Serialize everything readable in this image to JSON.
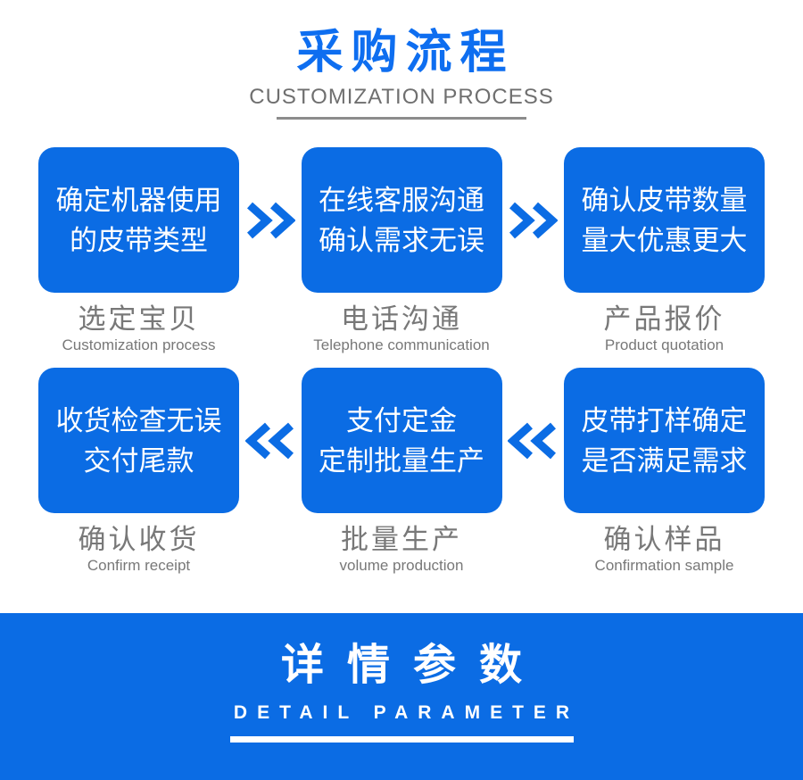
{
  "header": {
    "title": "采购流程",
    "subtitle": "CUSTOMIZATION PROCESS"
  },
  "flow": {
    "rows": [
      {
        "direction": "right",
        "steps": [
          {
            "box_line1": "确定机器使用",
            "box_line2": "的皮带类型",
            "label_zh": "选定宝贝",
            "label_en": "Customization process"
          },
          {
            "box_line1": "在线客服沟通",
            "box_line2": "确认需求无误",
            "label_zh": "电话沟通",
            "label_en": "Telephone communication"
          },
          {
            "box_line1": "确认皮带数量",
            "box_line2": "量大优惠更大",
            "label_zh": "产品报价",
            "label_en": "Product quotation"
          }
        ]
      },
      {
        "direction": "left",
        "steps": [
          {
            "box_line1": "收货检查无误",
            "box_line2": "交付尾款",
            "label_zh": "确认收货",
            "label_en": "Confirm receipt"
          },
          {
            "box_line1": "支付定金",
            "box_line2": "定制批量生产",
            "label_zh": "批量生产",
            "label_en": "volume production"
          },
          {
            "box_line1": "皮带打样确定",
            "box_line2": "是否满足需求",
            "label_zh": "确认样品",
            "label_en": "Confirmation sample"
          }
        ]
      }
    ]
  },
  "detail_banner": {
    "title": "详情参数",
    "subtitle": "DETAIL PARAMETER"
  },
  "colors": {
    "primary_blue": "#0b6ce4",
    "title_blue": "#0e6ef0",
    "label_gray": "#787878",
    "white": "#ffffff"
  }
}
